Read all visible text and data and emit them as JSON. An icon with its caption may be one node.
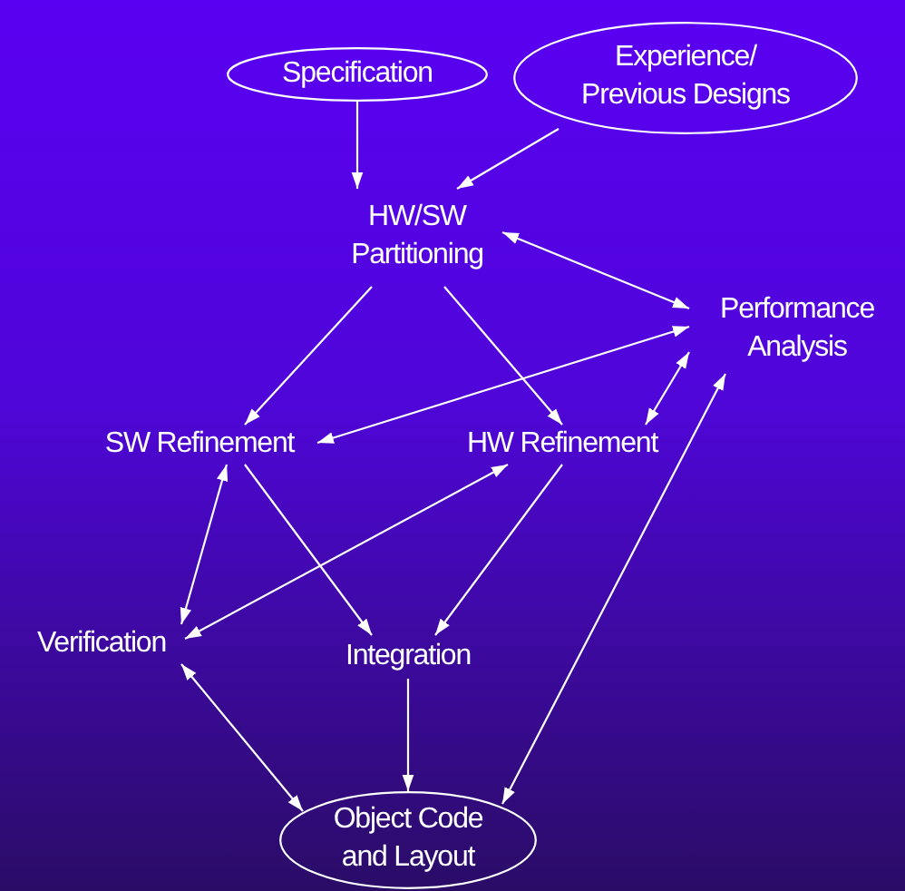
{
  "diagram": {
    "nodes": [
      {
        "text": [
          "Specification"
        ]
      },
      {
        "text": [
          "Experience/ Previous Designs"
        ]
      },
      {
        "text": [
          "HW/SW Partitioning"
        ]
      },
      {
        "text": [
          "Performance Analysis"
        ]
      },
      {
        "text": [
          "SW Refinement"
        ]
      },
      {
        "text": [
          "HW Refinement"
        ]
      },
      {
        "text": [
          "Verification"
        ]
      },
      {
        "text": [
          "Integration"
        ]
      },
      {
        "text": [
          "Object Code and Layout"
        ]
      }
    ],
    "edges": [
      {
        "from": 0,
        "to": 2,
        "arrow": "to"
      },
      {
        "from": 1,
        "to": 2,
        "arrow": "to"
      },
      {
        "from": 2,
        "to": 3,
        "arrow": "both"
      },
      {
        "from": 2,
        "to": 4,
        "arrow": "to"
      },
      {
        "from": 2,
        "to": 5,
        "arrow": "to"
      },
      {
        "from": 3,
        "to": 4,
        "arrow": "both"
      },
      {
        "from": 3,
        "to": 5,
        "arrow": "both"
      },
      {
        "from": 4,
        "to": 6,
        "arrow": "both"
      },
      {
        "from": 5,
        "to": 6,
        "arrow": "both"
      },
      {
        "from": 4,
        "to": 7,
        "arrow": "to"
      },
      {
        "from": 5,
        "to": 7,
        "arrow": "to"
      },
      {
        "from": 7,
        "to": 8,
        "arrow": "to"
      },
      {
        "from": 6,
        "to": 8,
        "arrow": "both"
      },
      {
        "from": 3,
        "to": 8,
        "arrow": "both"
      }
    ]
  }
}
